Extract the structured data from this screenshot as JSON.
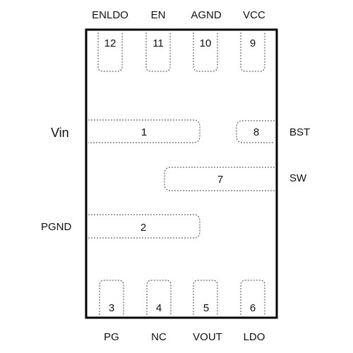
{
  "package": {
    "pins": [
      {
        "number": "1",
        "name": "Vin"
      },
      {
        "number": "2",
        "name": "PGND"
      },
      {
        "number": "3",
        "name": "PG"
      },
      {
        "number": "4",
        "name": "NC"
      },
      {
        "number": "5",
        "name": "VOUT"
      },
      {
        "number": "6",
        "name": "LDO"
      },
      {
        "number": "7",
        "name": "SW"
      },
      {
        "number": "8",
        "name": "BST"
      },
      {
        "number": "9",
        "name": "VCC"
      },
      {
        "number": "10",
        "name": "AGND"
      },
      {
        "number": "11",
        "name": "EN"
      },
      {
        "number": "12",
        "name": "ENLDO"
      }
    ]
  }
}
